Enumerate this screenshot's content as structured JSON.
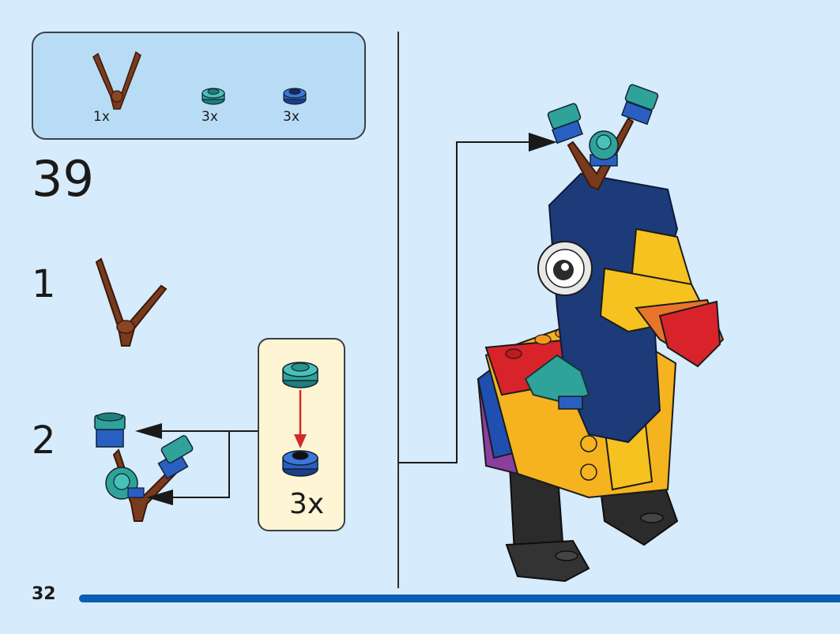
{
  "parts_list": {
    "items": [
      {
        "icon": "brown-branch-icon",
        "qty": "1x"
      },
      {
        "icon": "teal-round-plate-icon",
        "qty": "3x"
      },
      {
        "icon": "blue-round-plate-icon",
        "qty": "3x"
      }
    ]
  },
  "step": {
    "number": "39",
    "substeps": [
      "1",
      "2"
    ]
  },
  "callout": {
    "qty": "3x"
  },
  "page_number": "32",
  "colors": {
    "background": "#d6ebfb",
    "parts_box": "#b9dcf6",
    "callout": "#fdf5d3",
    "progress": "#0b5fb0",
    "teal": "#2fa39a",
    "blue": "#2a5fc2",
    "brown": "#7a3a1e"
  }
}
